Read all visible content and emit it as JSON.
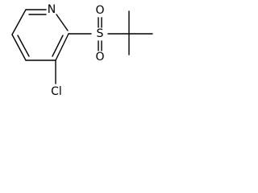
{
  "structure": {
    "atoms": {
      "nitrogen": "N",
      "sulfur": "S",
      "oxygen_top": "O",
      "oxygen_bottom": "O",
      "chlorine": "Cl"
    }
  }
}
